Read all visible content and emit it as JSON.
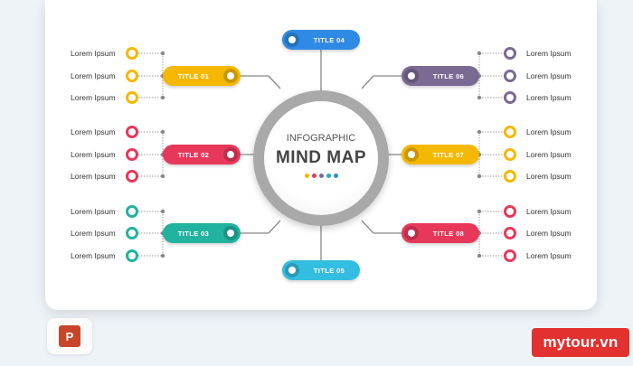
{
  "center": {
    "subtitle": "INFOGRAPHIC",
    "title": "MIND MAP",
    "dot_colors": [
      "#f5b800",
      "#e8385a",
      "#7b6a93",
      "#21b3b3",
      "#2f8ae5"
    ]
  },
  "branches": [
    {
      "id": "title-01",
      "label": "TITLE 01",
      "color": "#f5b800",
      "side": "left",
      "items": [
        "Lorem Ipsum",
        "Lorem Ipsum",
        "Lorem Ipsum"
      ]
    },
    {
      "id": "title-02",
      "label": "TITLE 02",
      "color": "#e8385a",
      "side": "left",
      "items": [
        "Lorem Ipsum",
        "Lorem Ipsum",
        "Lorem Ipsum"
      ]
    },
    {
      "id": "title-03",
      "label": "TITLE 03",
      "color": "#21b3a0",
      "side": "left",
      "items": [
        "Lorem Ipsum",
        "Lorem Ipsum",
        "Lorem Ipsum"
      ]
    },
    {
      "id": "title-04",
      "label": "TITLE 04",
      "color": "#2f8ae5",
      "side": "top",
      "items": []
    },
    {
      "id": "title-05",
      "label": "TITLE 05",
      "color": "#33bde0",
      "side": "bottom",
      "items": []
    },
    {
      "id": "title-06",
      "label": "TITLE 06",
      "color": "#7b6a93",
      "side": "right",
      "items": [
        "Lorem Ipsum",
        "Lorem Ipsum",
        "Lorem Ipsum"
      ]
    },
    {
      "id": "title-07",
      "label": "TITLE 07",
      "color": "#f5b800",
      "side": "right",
      "items": [
        "Lorem Ipsum",
        "Lorem Ipsum",
        "Lorem Ipsum"
      ]
    },
    {
      "id": "title-08",
      "label": "TITLE 08",
      "color": "#e8385a",
      "side": "right",
      "items": [
        "Lorem Ipsum",
        "Lorem Ipsum",
        "Lorem Ipsum"
      ]
    }
  ],
  "app_icon": {
    "name": "powerpoint-icon",
    "glyph": "P"
  },
  "watermark": "mytour.vn"
}
